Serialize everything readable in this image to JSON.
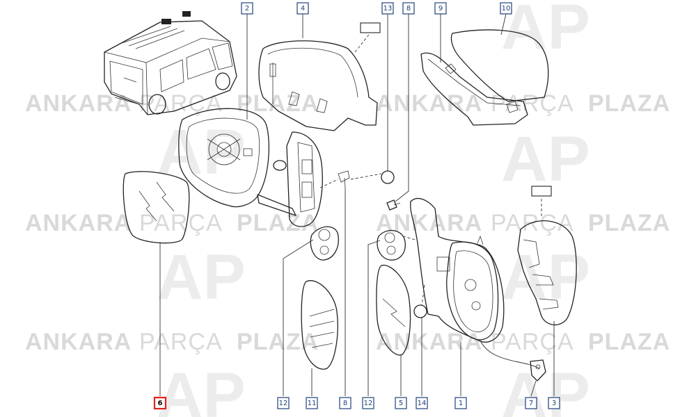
{
  "watermark": {
    "brand_bold_1": "ANKARA",
    "brand_light": "PARÇA",
    "brand_bold_2": "PLAZA",
    "logo_text": "AP"
  },
  "callouts": [
    {
      "id": "c6",
      "label": "6",
      "highlighted": true
    },
    {
      "id": "c2",
      "label": "2",
      "highlighted": false
    },
    {
      "id": "c4",
      "label": "4",
      "highlighted": false
    },
    {
      "id": "c13",
      "label": "13",
      "highlighted": false
    },
    {
      "id": "c8t",
      "label": "8",
      "highlighted": false
    },
    {
      "id": "c9",
      "label": "9",
      "highlighted": false
    },
    {
      "id": "c10",
      "label": "10",
      "highlighted": false
    },
    {
      "id": "c12a",
      "label": "12",
      "highlighted": false
    },
    {
      "id": "c11",
      "label": "11",
      "highlighted": false
    },
    {
      "id": "c8b",
      "label": "8",
      "highlighted": false
    },
    {
      "id": "c12b",
      "label": "12",
      "highlighted": false
    },
    {
      "id": "c5",
      "label": "5",
      "highlighted": false
    },
    {
      "id": "c14",
      "label": "14",
      "highlighted": false
    },
    {
      "id": "c1",
      "label": "1",
      "highlighted": false
    },
    {
      "id": "c7",
      "label": "7",
      "highlighted": false
    },
    {
      "id": "c3",
      "label": "3",
      "highlighted": false
    }
  ],
  "colors": {
    "highlight": "#e0231c",
    "callout_border": "#1f3f7a",
    "line": "#222222",
    "watermark": "#d9d9d9"
  }
}
